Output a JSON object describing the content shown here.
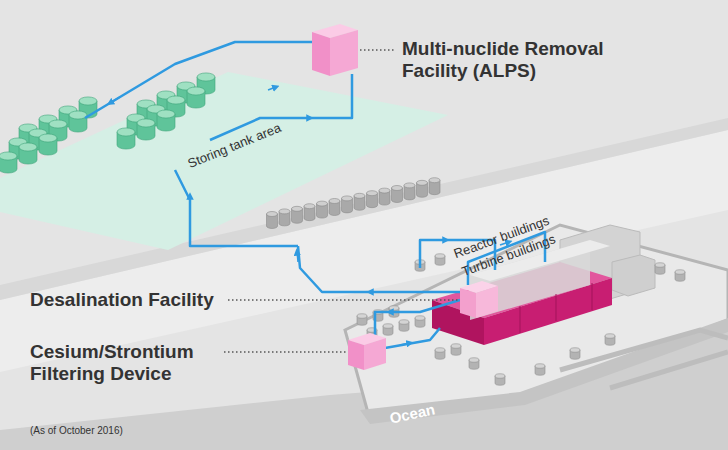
{
  "diagram": {
    "labels": [
      "Multi-nuclide Removal Facility (ALPS)",
      "Storing tank area",
      "Reactor buildings",
      "Turbine buildings",
      "Desalination Facility",
      "Cesium/Strontium Filtering Device",
      "Ocean",
      "(As of October 2016)"
    ]
  }
}
